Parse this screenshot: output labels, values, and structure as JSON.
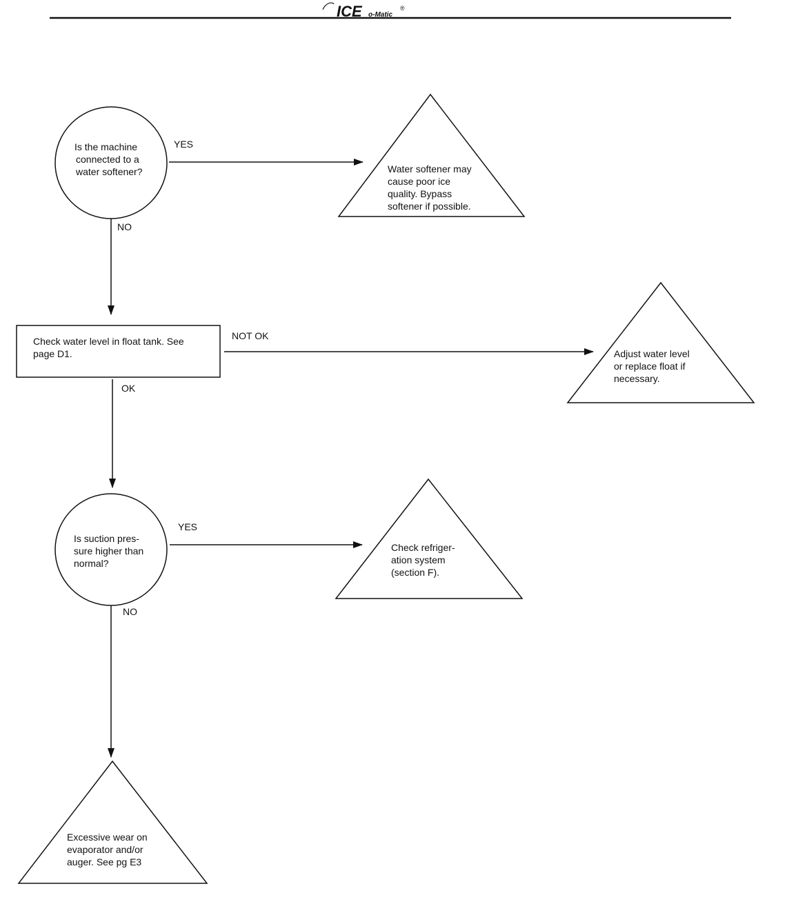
{
  "header": {
    "brand_main": "ICE",
    "brand_sub": "o-Matic",
    "brand_reg": "®"
  },
  "nodes": {
    "q_softener": {
      "lines": [
        "Is the machine",
        "connected to a",
        "water softener?"
      ]
    },
    "r_softener": {
      "lines": [
        "Water softener may",
        "cause poor ice",
        "quality.  Bypass",
        "softener if possible."
      ]
    },
    "check_water": {
      "lines": [
        "Check water level in float tank. See",
        "page D1."
      ]
    },
    "r_water": {
      "lines": [
        "Adjust water level",
        "or replace float  if",
        "necessary."
      ]
    },
    "q_suction": {
      "lines": [
        "Is suction pres-",
        "sure higher than",
        "normal?"
      ]
    },
    "r_suction": {
      "lines": [
        "Check refriger-",
        "ation system",
        "(section F)."
      ]
    },
    "r_wear": {
      "lines": [
        "Excessive wear on",
        "evaporator and/or",
        "auger. See pg E3"
      ]
    }
  },
  "edges": {
    "softener_yes": "YES",
    "softener_no": "NO",
    "water_notok": "NOT OK",
    "water_ok": "OK",
    "suction_yes": "YES",
    "suction_no": "NO"
  }
}
